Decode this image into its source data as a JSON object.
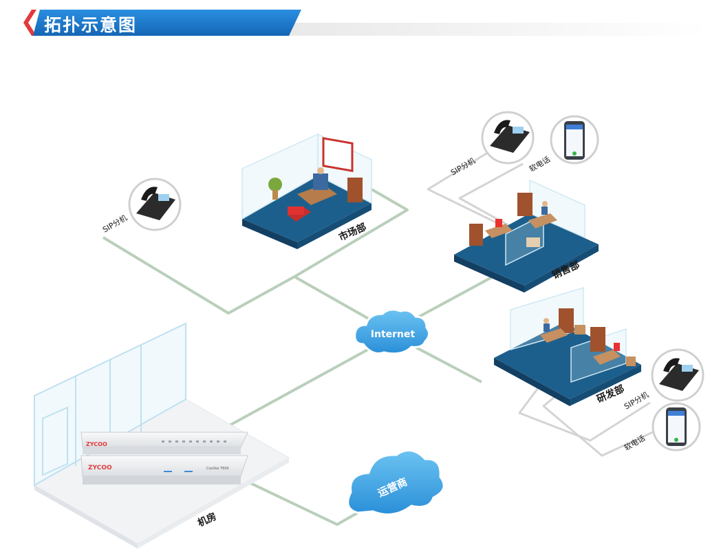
{
  "header": {
    "title": "拓扑示意图"
  },
  "diagram": {
    "cloud_internet": "Internet",
    "cloud_carrier": "运营商",
    "rooms": {
      "market": "市场部",
      "sales": "销售部",
      "rnd": "研发部",
      "server": "机房"
    },
    "devices": {
      "left_phone_label": "SIP分机",
      "sales_phone_label": "SIP分机",
      "sales_softphone_label": "软电话",
      "rnd_phone_label": "SIP分机",
      "rnd_softphone_label": "软电话",
      "brand_top": "ZYCOO",
      "brand_bottom": "ZYCOO",
      "model": "CooVox T600"
    },
    "colors": {
      "header_blue": "#1f7fd0",
      "header_red": "#e4393c",
      "floor_blue": "#1d5f8c",
      "link_green": "#b9cfbb",
      "cloud_blue": "#3da0dd"
    }
  }
}
